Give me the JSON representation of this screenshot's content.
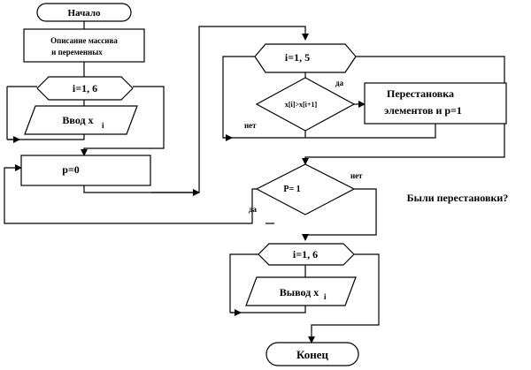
{
  "flowchart": {
    "start": "Начало",
    "init": {
      "line1": "Описание массива",
      "line2": "и переменных"
    },
    "loop_input": "i=1, 6",
    "input": {
      "text": "Ввод x",
      "sub": "i"
    },
    "assign_p": "p=0",
    "loop_compare": "i=1, 5",
    "condition_compare": "x[i]>x[i+1]",
    "label_yes_1": "да",
    "label_no_1": "нет",
    "swap": {
      "line1": "Перестановка",
      "line2": "элементов и p=1"
    },
    "condition_p": "P= 1",
    "label_no_2": "нет",
    "label_yes_2": "да",
    "question": "Были перестановки?",
    "loop_output": "i=1, 6",
    "output": {
      "text": "Вывод x",
      "sub": "i"
    },
    "end": "Конец"
  }
}
